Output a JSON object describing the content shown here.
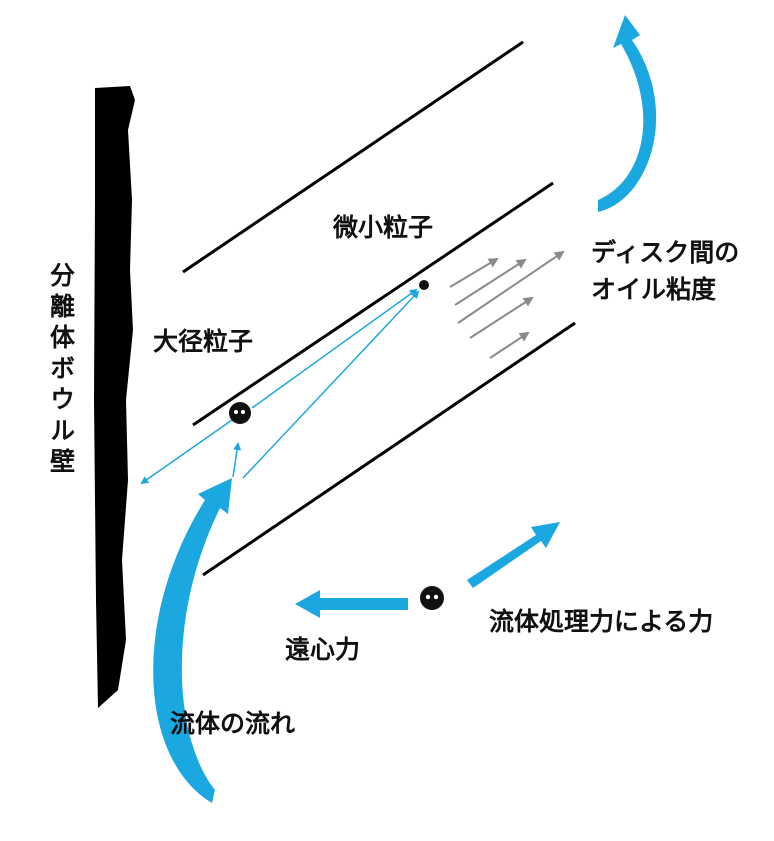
{
  "labels": {
    "wall": "分離体ボウル壁",
    "small_particle": "微小粒子",
    "large_particle": "大径粒子",
    "viscosity_line1": "ディスク間の",
    "viscosity_line2": "オイル粘度",
    "centrifugal": "遠心力",
    "fluid_force": "流体処理力による力",
    "fluid_flow": "流体の流れ"
  },
  "colors": {
    "flow_arrow": "#1ba8e0",
    "viscosity_arrow": "#8a8a8a",
    "disc": "#000000"
  }
}
